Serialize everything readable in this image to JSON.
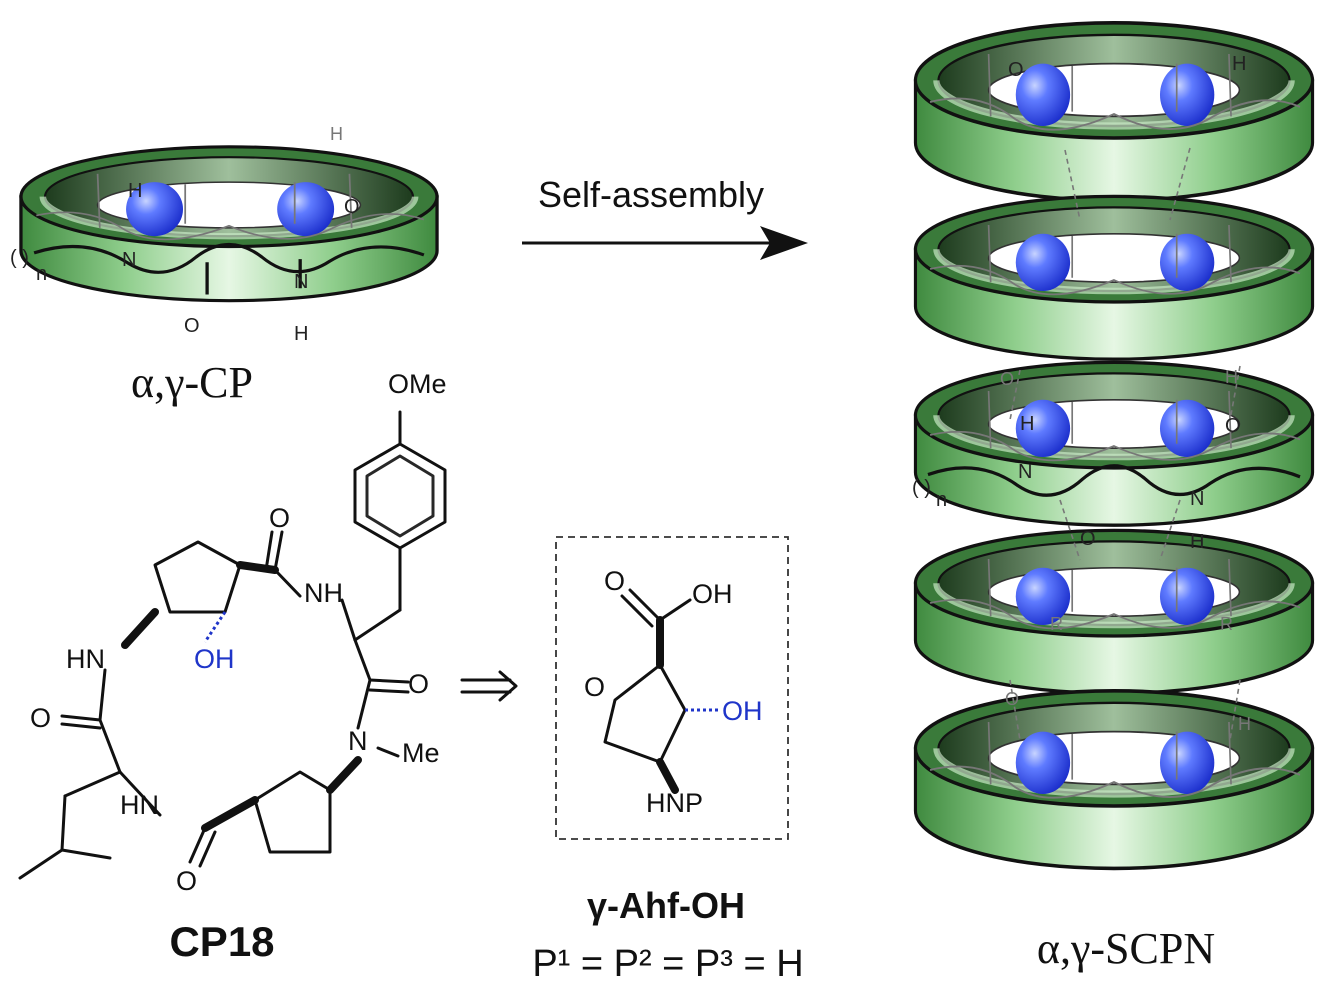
{
  "arrow": {
    "label": "Self-assembly"
  },
  "labels": {
    "cp_monomer": "α,γ-CP",
    "nanotube": "α,γ-SCPN",
    "cp18": "CP18",
    "monomer": "γ-Ahf-OH",
    "protecting": "P¹ = P² = P³ = H"
  },
  "cp18_atoms": {
    "ome": "OMe",
    "nh_top": "NH",
    "oh_blue": "OH",
    "hn_left": "HN",
    "o_top": "O",
    "o_right": "O",
    "o_left": "O",
    "n_me": "N",
    "me": "Me",
    "hn_bottom": "HN",
    "o_bottom": "O"
  },
  "ahf_atoms": {
    "o_acid": "O",
    "oh_acid": "OH",
    "o_ring": "O",
    "oh_blue": "OH",
    "hnp": "HNP"
  },
  "ring_atoms": {
    "h": "H",
    "n": "N",
    "o": "O",
    "r": "R",
    "n_sub": "n",
    "paren": "( )"
  },
  "colors": {
    "ring_green": "#4f9a4d",
    "ring_dark": "#1f4a1f",
    "sphere_blue": "#2f4bff",
    "highlight_blue": "#1f35c9"
  }
}
